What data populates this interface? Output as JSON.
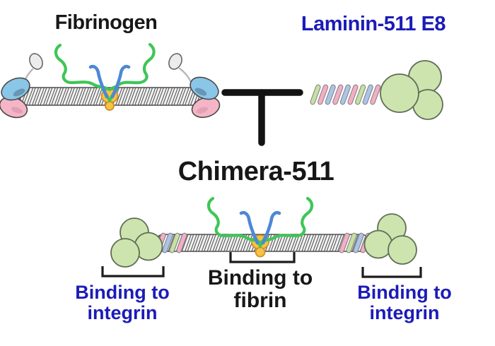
{
  "titles": {
    "fibrinogen": "Fibrinogen",
    "laminin": "Laminin-511 E8",
    "chimera": "Chimera-511"
  },
  "binding_labels": {
    "left": {
      "line1": "Binding to",
      "line2": "integrin"
    },
    "middle": {
      "line1": "Binding to",
      "line2": "fibrin"
    },
    "right": {
      "line1": "Binding to",
      "line2": "integrin"
    }
  },
  "colors": {
    "label-blue": "#1b1bb8",
    "label-black": "#171717",
    "chain-green": "#3ec657",
    "chain-blue": "#4d87d7",
    "center-yellow": "#f6c441",
    "center-yellow-stroke": "#cf8f2e",
    "stripe-green": "#c7e0a3",
    "stripe-blue": "#abc5e8",
    "stripe-pink": "#f4aec6",
    "lg-green": "#cde4af",
    "lg-green-stroke": "#5f6e55",
    "domain-blue": "#8ac6e8",
    "domain-pink": "#f4b6c6",
    "rod-stroke": "#4d4d4d",
    "connector-black": "#131313"
  }
}
